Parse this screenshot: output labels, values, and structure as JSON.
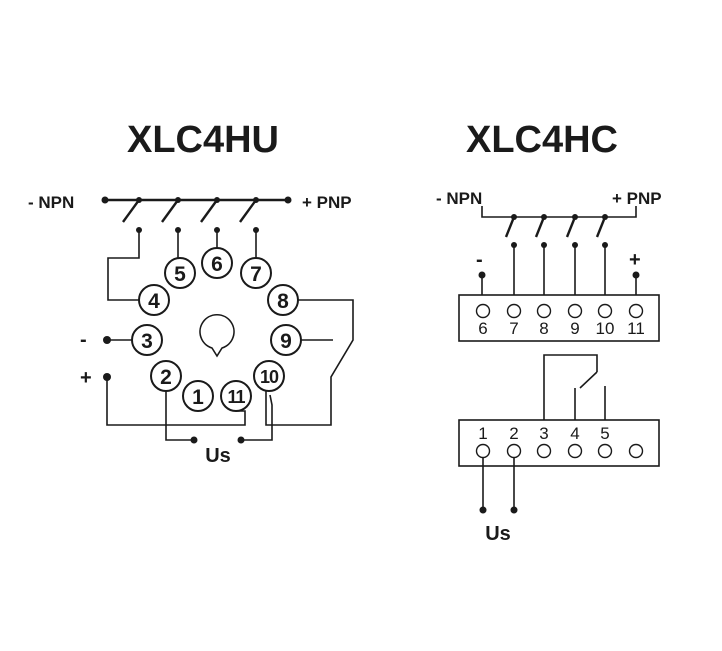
{
  "left": {
    "title": "XLC4HU",
    "npn_label": "- NPN",
    "pnp_label": "+ PNP",
    "minus_label": "-",
    "plus_label": "+",
    "us_label": "Us",
    "pins": [
      "1",
      "2",
      "3",
      "4",
      "5",
      "6",
      "7",
      "8",
      "9",
      "10",
      "11"
    ]
  },
  "right": {
    "title": "XLC4HC",
    "npn_label": "- NPN",
    "pnp_label": "+ PNP",
    "minus_label": "-",
    "plus_label": "+",
    "us_label": "Us",
    "top_terminals": [
      "6",
      "7",
      "8",
      "9",
      "10",
      "11"
    ],
    "bottom_terminals": [
      "1",
      "2",
      "3",
      "4",
      "5"
    ]
  }
}
